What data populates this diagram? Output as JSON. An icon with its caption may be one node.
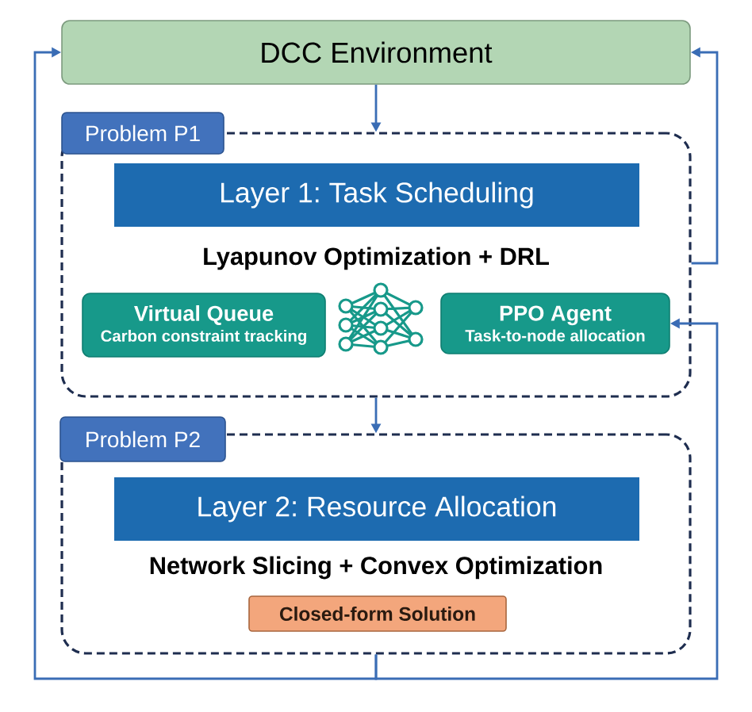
{
  "diagram": {
    "nodes": [
      {
        "text": [
          "DCC Environment"
        ]
      },
      {
        "text": [
          "Problem P1",
          "Lyapunov Optimization + DRL"
        ]
      },
      {
        "text": [
          "Layer 1: Task Scheduling"
        ],
        "in": 1
      },
      {
        "text": [
          "Virtual Queue",
          "Carbon constraint tracking"
        ],
        "in": 1
      },
      {
        "text": [
          "PPO Agent",
          "Task-to-node allocation"
        ],
        "in": 1
      },
      {
        "text": [
          "Problem P2",
          "Network Slicing + Convex Optimization"
        ]
      },
      {
        "text": [
          "Layer 2: Resource Allocation"
        ],
        "in": 5
      },
      {
        "text": [
          "Closed-form Solution"
        ],
        "in": 5
      }
    ],
    "edges": [
      {
        "from": 0,
        "to": 1,
        "arrow": "to"
      },
      {
        "from": 1,
        "to": 0,
        "arrow": "to"
      },
      {
        "from": 1,
        "to": 5,
        "arrow": "to"
      },
      {
        "from": 5,
        "to": 0,
        "arrow": "to"
      },
      {
        "from": 5,
        "to": 4,
        "arrow": "to"
      }
    ]
  }
}
